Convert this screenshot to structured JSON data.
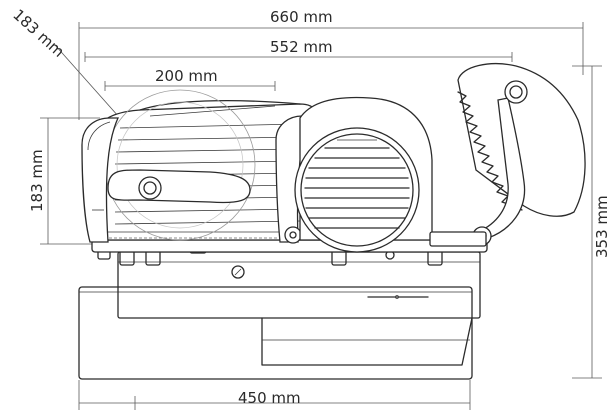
{
  "dimensions": {
    "overall_width": "660 mm",
    "body_width": "552 mm",
    "blade_span": "200 mm",
    "blade_diameter": "183 mm",
    "carriage_height": "183 mm",
    "total_height": "353 mm",
    "base_width": "450 mm"
  },
  "colors": {
    "line": "#2b2b2b",
    "dimension_line": "#5a5a5a",
    "background": "#ffffff"
  }
}
